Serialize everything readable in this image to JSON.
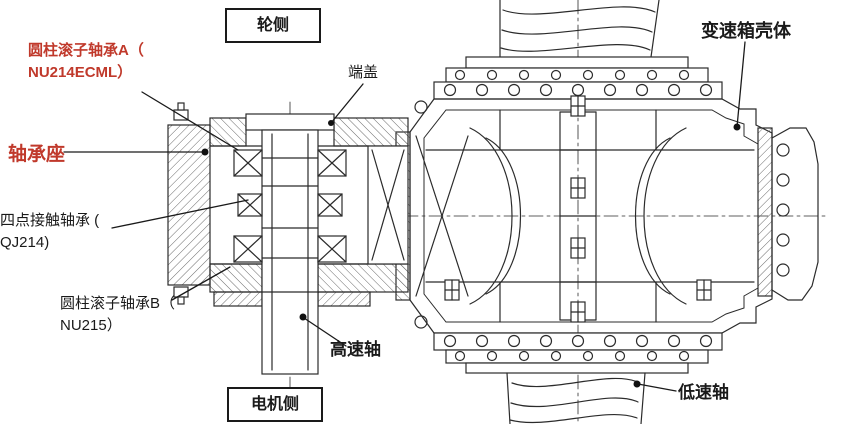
{
  "colors": {
    "red": "#c0392b",
    "ink": "#1a1a1a"
  },
  "labels": {
    "wheel_side": "轮侧",
    "motor_side": "电机侧",
    "bearing_a": "圆柱滚子轴承A（\nNU214ECML）",
    "end_cover": "端盖",
    "gearbox_housing": "变速箱壳体",
    "bearing_seat": "轴承座",
    "four_point_bearing": "四点接触轴承 (\nQJ214)",
    "bearing_b": "圆柱滚子轴承B（\nNU215）",
    "high_speed_shaft": "高速轴",
    "low_speed_shaft": "低速轴"
  }
}
